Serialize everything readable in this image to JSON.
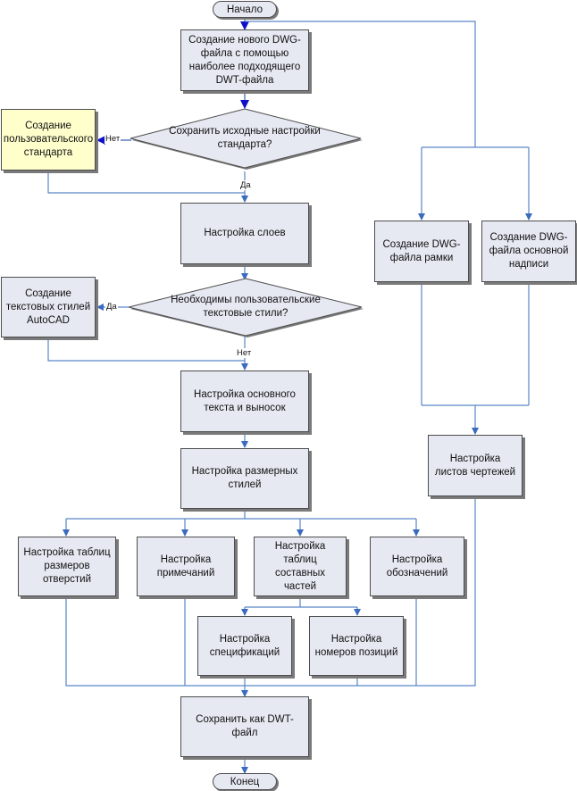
{
  "nodes": {
    "start": "Начало",
    "end": "Конец",
    "create_dwg": "Создание нового DWG-файла с помощью наиболее подходящего DWT-файла",
    "keep_settings": "Сохранить исходные настройки стандарта?",
    "custom_standard": "Создание пользовательского стандарта",
    "layers": "Настройка слоев",
    "need_text_styles": "Необходимы пользовательские текстовые стили?",
    "create_text_styles": "Создание текстовых стилей AutoCAD",
    "main_text": "Настройка основного текста и выносок",
    "dim_styles": "Настройка размерных стилей",
    "hole_tables": "Настройка таблиц размеров отверстий",
    "notes": "Настройка примечаний",
    "parts_tables": "Настройка таблиц составных частей",
    "symbols": "Настройка обозначений",
    "specs": "Настройка спецификаций",
    "item_numbers": "Настройка номеров позиций",
    "save_dwt": "Сохранить как DWT-файл",
    "frame_dwg": "Создание DWG-файла рамки",
    "title_block_dwg": "Создание DWG-файла основной надписи",
    "sheets": "Настройка листов чертежей"
  },
  "edge_labels": {
    "no_1": "Нет",
    "yes_1": "Да",
    "yes_2": "Да",
    "no_2": "Нет"
  }
}
